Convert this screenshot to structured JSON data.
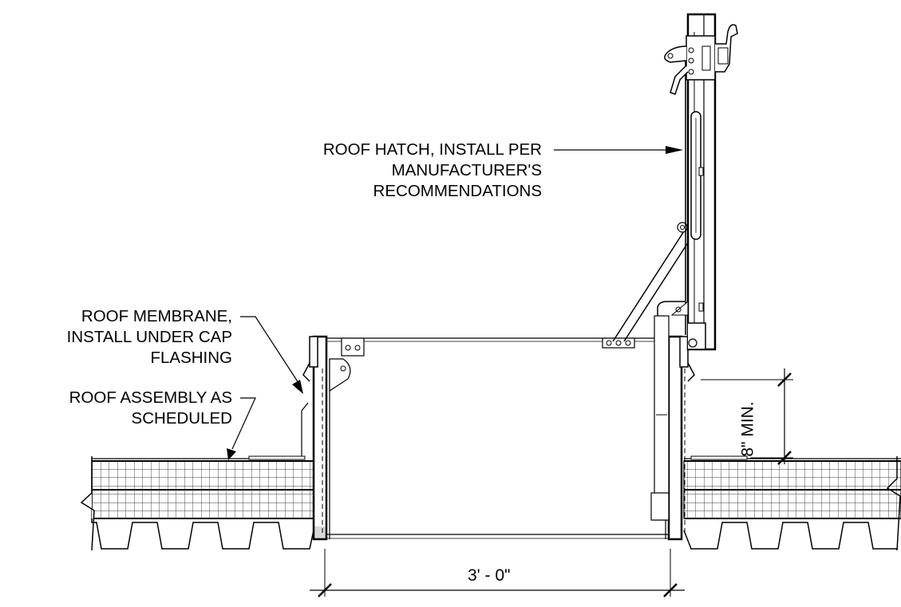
{
  "annotations": {
    "hatch": [
      "ROOF HATCH, INSTALL PER",
      "MANUFACTURER'S",
      "RECOMMENDATIONS"
    ],
    "membrane": [
      "ROOF MEMBRANE,",
      "INSTALL UNDER CAP",
      "FLASHING"
    ],
    "assembly": [
      "ROOF ASSEMBLY AS",
      "SCHEDULED"
    ]
  },
  "dimensions": {
    "width": "3' - 0\"",
    "curb_height": "8\" MIN."
  },
  "colors": {
    "line": "#000000",
    "background": "#ffffff"
  }
}
